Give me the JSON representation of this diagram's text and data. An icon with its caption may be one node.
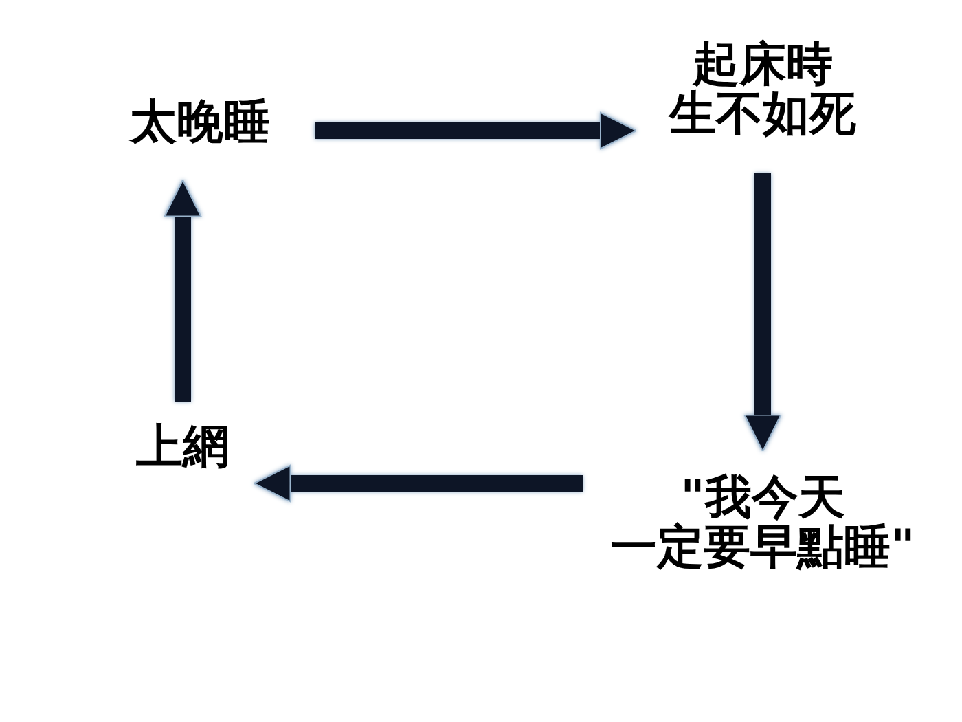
{
  "diagram": {
    "nodes": [
      {
        "text": [
          "太晚睡"
        ]
      },
      {
        "text": [
          "起床時生不如死"
        ]
      },
      {
        "text": [
          "\"我今天一定要早點睡\""
        ]
      },
      {
        "text": [
          "上網"
        ]
      }
    ],
    "edges": [
      {
        "from": 0,
        "to": 1,
        "arrow": "to"
      },
      {
        "from": 1,
        "to": 2,
        "arrow": "to"
      },
      {
        "from": 2,
        "to": 3,
        "arrow": "to"
      },
      {
        "from": 3,
        "to": 0,
        "arrow": "to"
      }
    ]
  }
}
